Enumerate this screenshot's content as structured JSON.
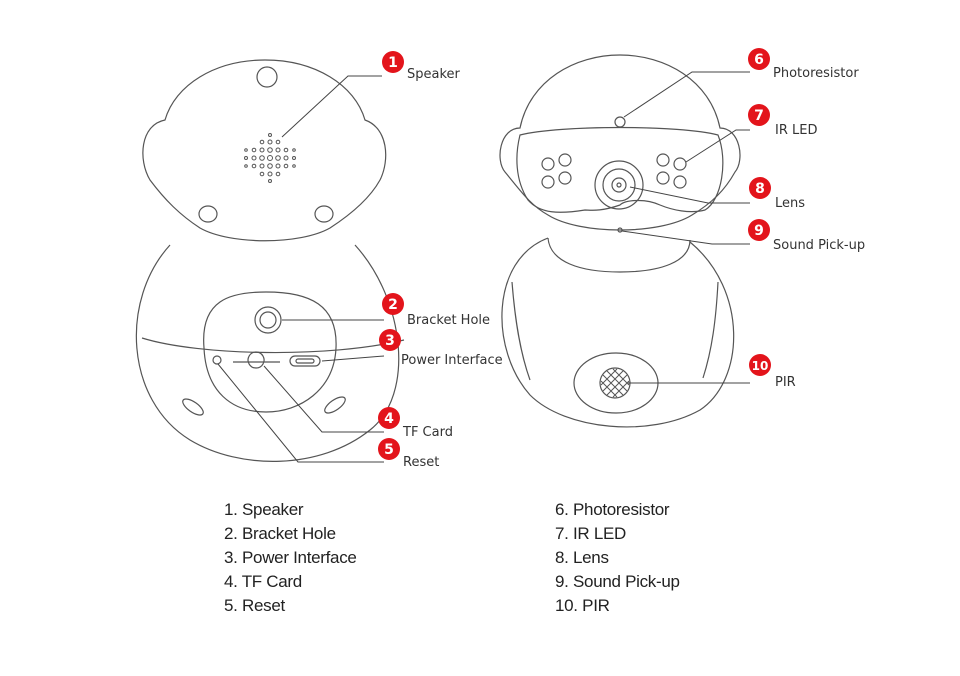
{
  "callouts": [
    {
      "number": "1",
      "label": "Speaker"
    },
    {
      "number": "2",
      "label": "Bracket Hole"
    },
    {
      "number": "3",
      "label": "Power Interface"
    },
    {
      "number": "4",
      "label": "TF Card"
    },
    {
      "number": "5",
      "label": "Reset"
    },
    {
      "number": "6",
      "label": "Photoresistor"
    },
    {
      "number": "7",
      "label": "IR LED"
    },
    {
      "number": "8",
      "label": "Lens"
    },
    {
      "number": "9",
      "label": "Sound Pick-up"
    },
    {
      "number": "10",
      "label": "PIR"
    }
  ],
  "legend": {
    "left": [
      "1. Speaker",
      "2. Bracket Hole",
      "3. Power Interface",
      "4. TF Card",
      "5. Reset"
    ],
    "right": [
      "6. Photoresistor",
      "7. IR LED",
      "8. Lens",
      "9. Sound Pick-up",
      "10. PIR"
    ]
  },
  "colors": {
    "badge": "#e3141b",
    "outline": "#555555",
    "text": "#333333"
  }
}
